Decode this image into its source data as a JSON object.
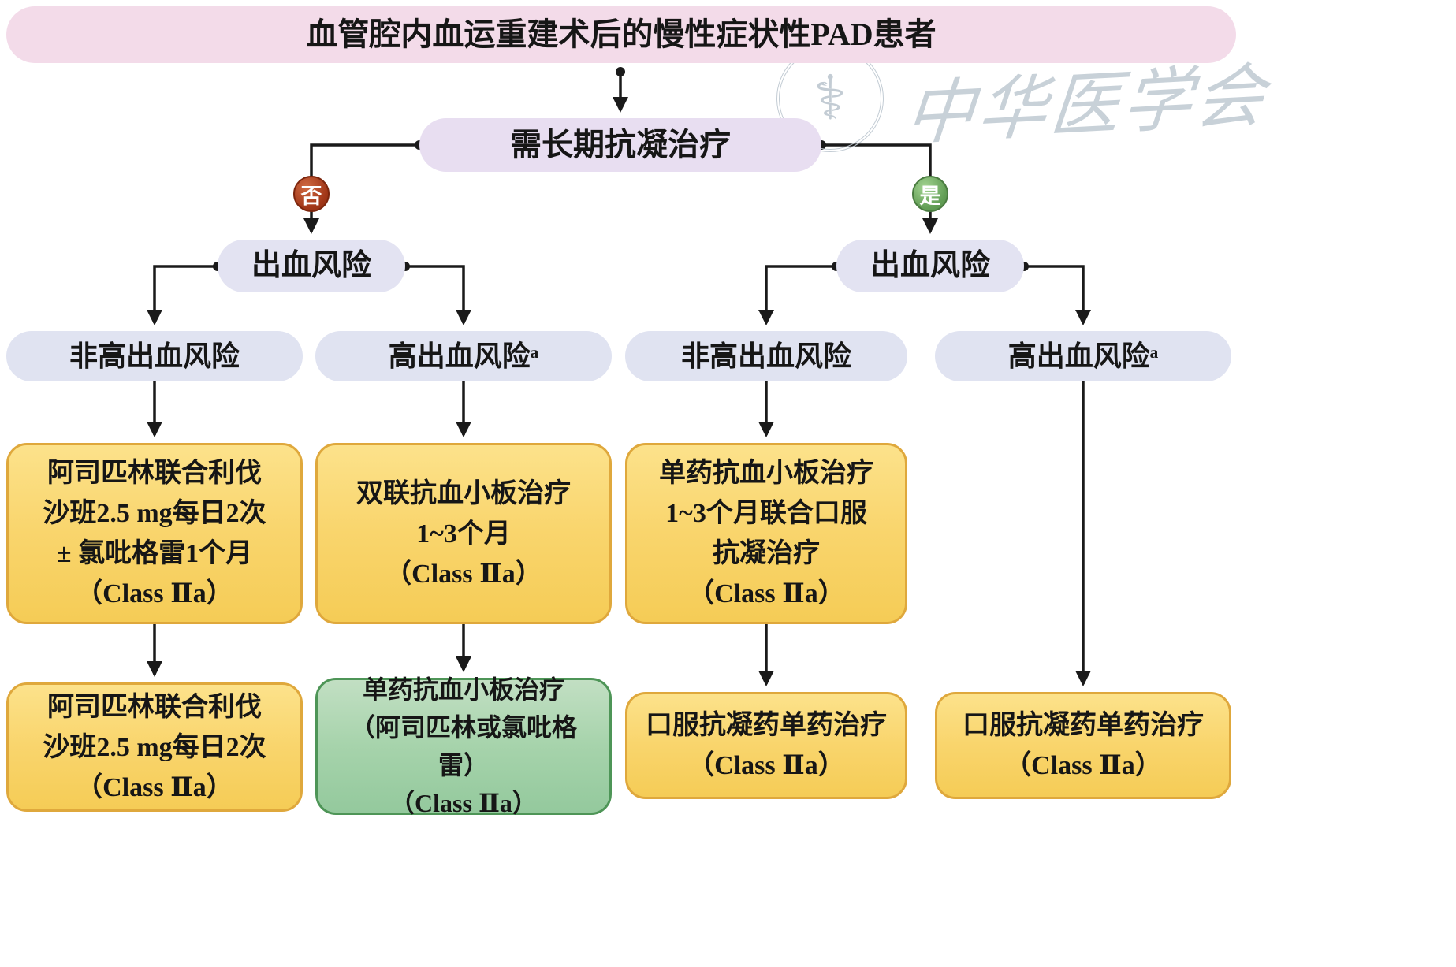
{
  "watermark": {
    "text": "中华医学会",
    "emblem_icon": "medical-emblem",
    "emblem_glyph": "⚕"
  },
  "nodes": {
    "title": "血管腔内血运重建术后的慢性症状性PAD患者",
    "decision": "需长期抗凝治疗",
    "branch_no": "否",
    "branch_yes": "是",
    "bleeding_risk_left": "出血风险",
    "bleeding_risk_right": "出血风险",
    "risk_levels": [
      "非高出血风险",
      "高出血风险ᵃ",
      "非高出血风险",
      "高出血风险ᵃ"
    ],
    "mid_boxes": [
      "阿司匹林联合利伐\n沙班2.5 mg每日2次\n± 氯吡格雷1个月\n（Class Ⅱa）",
      "双联抗血小板治疗\n1~3个月\n（Class Ⅱa）",
      "单药抗血小板治疗\n1~3个月联合口服\n抗凝治疗\n（Class Ⅱa）"
    ],
    "bottom_boxes": [
      "阿司匹林联合利伐\n沙班2.5 mg每日2次\n（Class Ⅱa）",
      "单药抗血小板治疗\n（阿司匹林或氯吡格雷）\n（Class Ⅱa）",
      "口服抗凝药单药治疗\n（Class Ⅱa）",
      "口服抗凝药单药治疗\n（Class Ⅱa）"
    ]
  },
  "colors": {
    "top_box": "#f3dbe9",
    "decision_pill": "#e8def1",
    "bleeding_pill": "#e3e3f2",
    "risk_pill": "#e0e3f1",
    "yellow_box_fill": "#f9d56d",
    "yellow_box_border": "#dfa83c",
    "green_box_fill": "#a6d3ab",
    "green_box_border": "#4e9557",
    "no_badge": "#a23718",
    "yes_badge": "#639f56",
    "connector_line": "#1a1a1a",
    "watermark_gray": "#c8d1d8"
  }
}
